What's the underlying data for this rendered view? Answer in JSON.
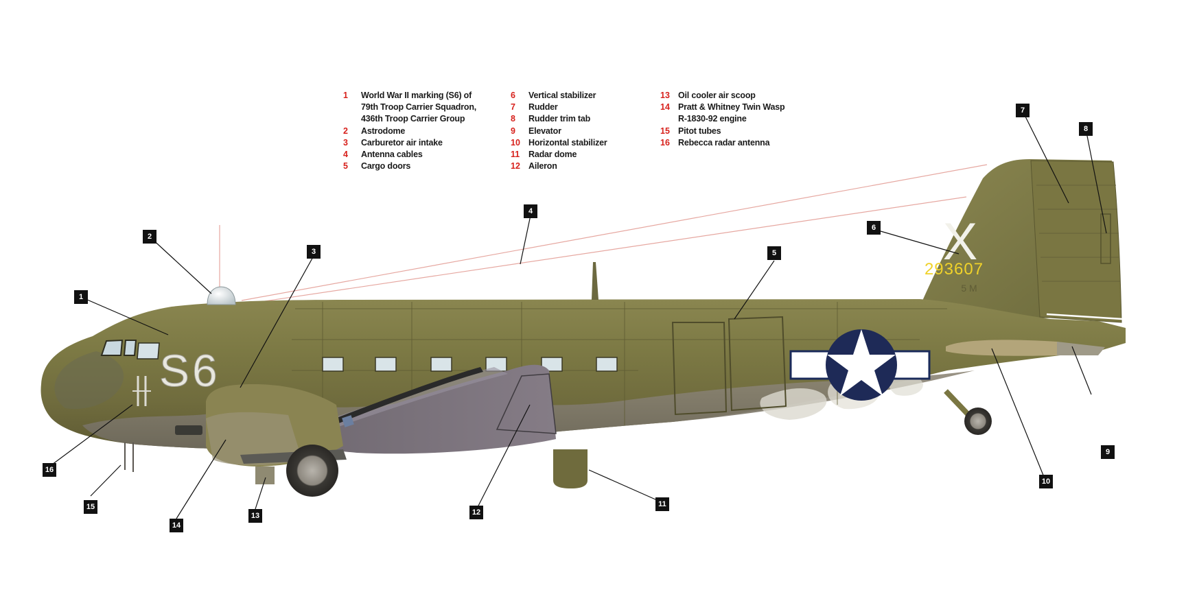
{
  "legend": {
    "columns": [
      [
        {
          "num": "1",
          "lines": [
            "World War II marking (S6) of",
            "79th Troop Carrier Squadron,",
            "436th Troop Carrier Group"
          ]
        },
        {
          "num": "2",
          "lines": [
            "Astrodome"
          ]
        },
        {
          "num": "3",
          "lines": [
            "Carburetor air intake"
          ]
        },
        {
          "num": "4",
          "lines": [
            "Antenna cables"
          ]
        },
        {
          "num": "5",
          "lines": [
            "Cargo doors"
          ]
        }
      ],
      [
        {
          "num": "6",
          "lines": [
            "Vertical stabilizer"
          ]
        },
        {
          "num": "7",
          "lines": [
            "Rudder"
          ]
        },
        {
          "num": "8",
          "lines": [
            "Rudder trim tab"
          ]
        },
        {
          "num": "9",
          "lines": [
            "Elevator"
          ]
        },
        {
          "num": "10",
          "lines": [
            "Horizontal stabilizer"
          ]
        },
        {
          "num": "11",
          "lines": [
            "Radar dome"
          ]
        },
        {
          "num": "12",
          "lines": [
            "Aileron"
          ]
        }
      ],
      [
        {
          "num": "13",
          "lines": [
            "Oil cooler air scoop"
          ]
        },
        {
          "num": "14",
          "lines": [
            "Pratt & Whitney Twin Wasp",
            "R-1830-92 engine"
          ]
        },
        {
          "num": "15",
          "lines": [
            "Pitot tubes"
          ]
        },
        {
          "num": "16",
          "lines": [
            "Rebecca radar antenna"
          ]
        }
      ]
    ]
  },
  "markings": {
    "fuselage_code": "S6",
    "tail_letter": "X",
    "serial": "293607",
    "small_tail_text": "5 M"
  },
  "callouts": [
    "1",
    "2",
    "3",
    "4",
    "5",
    "6",
    "7",
    "8",
    "9",
    "10",
    "11",
    "12",
    "13",
    "14",
    "15",
    "16"
  ],
  "colors": {
    "olive_drab": "#7d7a45",
    "neutral_gray": "#8a8478",
    "legend_number_red": "#d7211c",
    "serial_yellow": "#f0d22a",
    "tag_black": "#111111"
  }
}
